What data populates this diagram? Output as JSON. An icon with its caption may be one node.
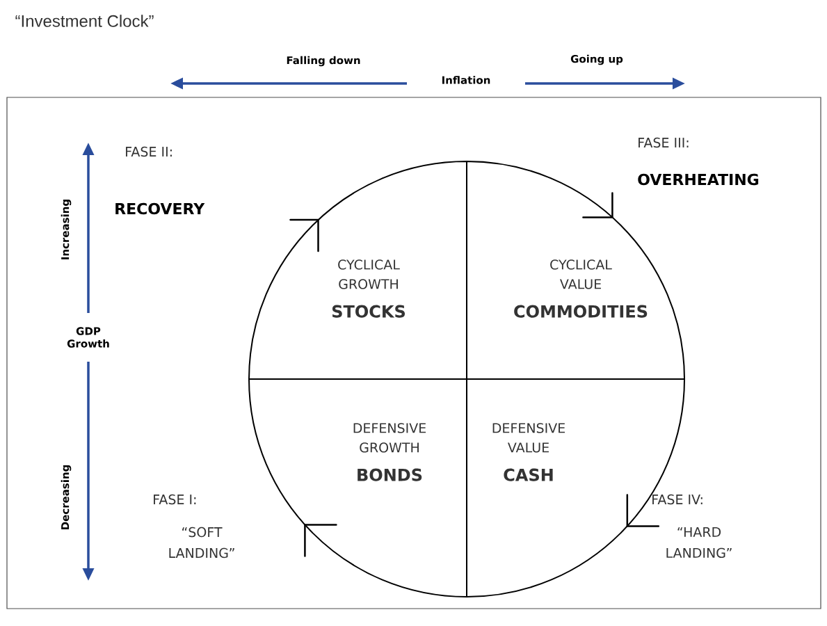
{
  "diagram": {
    "title": "“Investment Clock”",
    "nodes": [
      {
        "text": [
          "CYCLICAL GROWTH",
          "STOCKS"
        ]
      },
      {
        "text": [
          "CYCLICAL VALUE",
          "COMMODITIES"
        ]
      },
      {
        "text": [
          "DEFENSIVE GROWTH",
          "BONDS"
        ]
      },
      {
        "text": [
          "DEFENSIVE VALUE",
          "CASH"
        ]
      }
    ],
    "labels": [
      "Falling down",
      "Going up",
      "Inflation",
      "FASE III:",
      "Increasing",
      "FASE II:",
      "OVERHEATING",
      "RECOVERY",
      "GDP Growth",
      "Decreasing",
      "FASE I:",
      "FASE IV:",
      "“SOFT LANDING”",
      "“HARD LANDING”"
    ]
  }
}
